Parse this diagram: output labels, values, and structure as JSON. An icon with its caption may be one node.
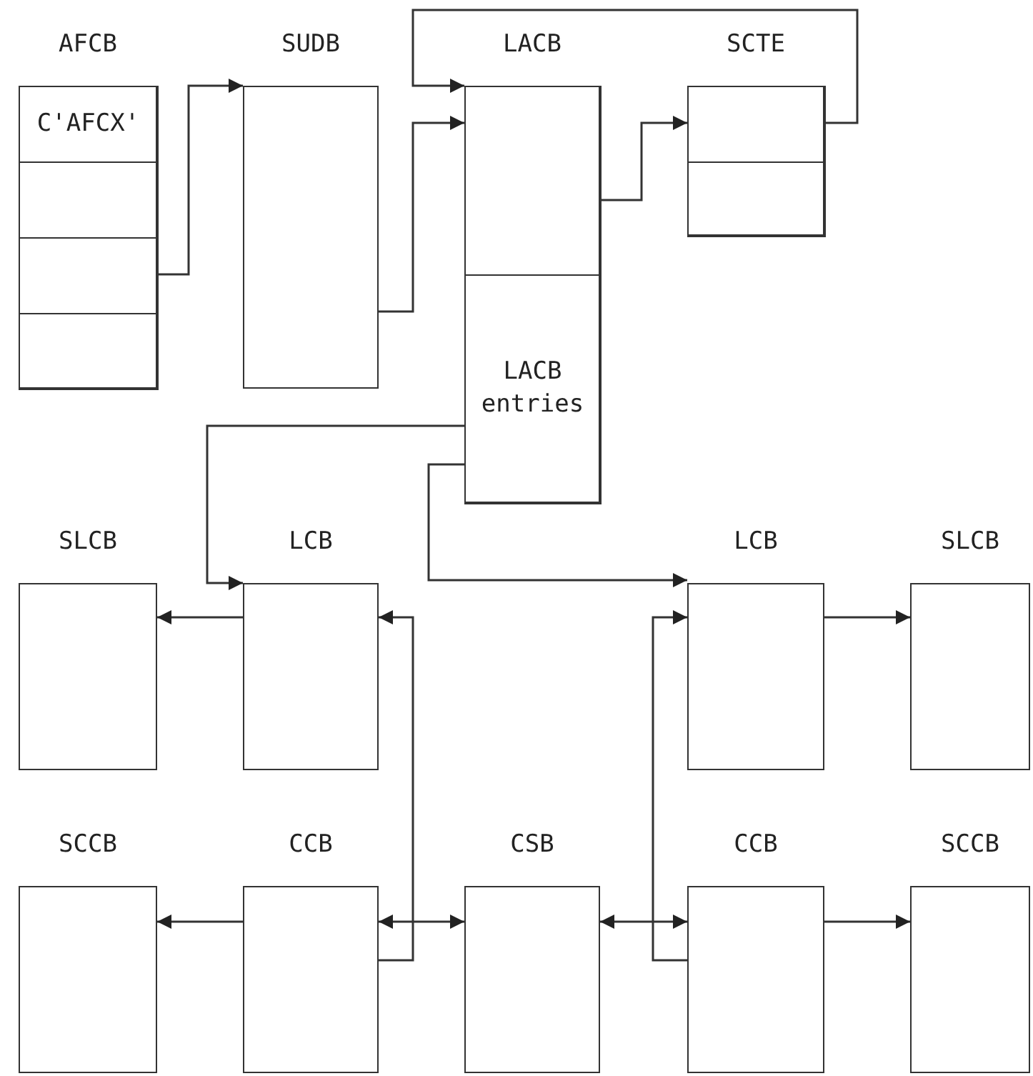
{
  "diagram": {
    "nodes": [
      {
        "text": [
          "AFCB"
        ]
      },
      {
        "text": [
          "C'AFCX'"
        ],
        "in": 0
      },
      {
        "text": [],
        "shape": "box",
        "in": 0
      },
      {
        "text": [],
        "shape": "box",
        "in": 0
      },
      {
        "text": [],
        "shape": "box",
        "in": 0
      },
      {
        "text": [
          "SUDB"
        ]
      },
      {
        "text": [
          "LACB"
        ]
      },
      {
        "text": [],
        "shape": "box",
        "in": 6
      },
      {
        "text": [
          "LACB entries"
        ],
        "in": 6
      },
      {
        "text": [
          "SCTE"
        ]
      },
      {
        "text": [],
        "shape": "box",
        "in": 9
      },
      {
        "text": [],
        "shape": "box",
        "in": 9
      },
      {
        "text": [
          "SLCB"
        ]
      },
      {
        "text": [
          "LCB"
        ]
      },
      {
        "text": [
          "LCB"
        ]
      },
      {
        "text": [
          "SLCB"
        ]
      },
      {
        "text": [
          "SCCB"
        ]
      },
      {
        "text": [
          "CCB"
        ]
      },
      {
        "text": [
          "CSB"
        ]
      },
      {
        "text": [
          "CCB"
        ]
      },
      {
        "text": [
          "SCCB"
        ]
      }
    ],
    "edges": [
      {
        "from": 3,
        "to": 5,
        "arrow": "to"
      },
      {
        "from": 5,
        "to": 7,
        "arrow": "to"
      },
      {
        "from": 7,
        "to": 10,
        "arrow": "to"
      },
      {
        "from": 10,
        "to": 7,
        "arrow": "to"
      },
      {
        "from": 8,
        "to": 13,
        "arrow": "to"
      },
      {
        "from": 8,
        "to": 14,
        "arrow": "to"
      },
      {
        "from": 13,
        "to": 12,
        "arrow": "to"
      },
      {
        "from": 14,
        "to": 15,
        "arrow": "to"
      },
      {
        "from": 17,
        "to": 13,
        "arrow": "to"
      },
      {
        "from": 19,
        "to": 14,
        "arrow": "to"
      },
      {
        "from": 17,
        "to": 18,
        "arrow": "both"
      },
      {
        "from": 18,
        "to": 19,
        "arrow": "both"
      },
      {
        "from": 17,
        "to": 16,
        "arrow": "to"
      },
      {
        "from": 19,
        "to": 20,
        "arrow": "to"
      }
    ]
  }
}
